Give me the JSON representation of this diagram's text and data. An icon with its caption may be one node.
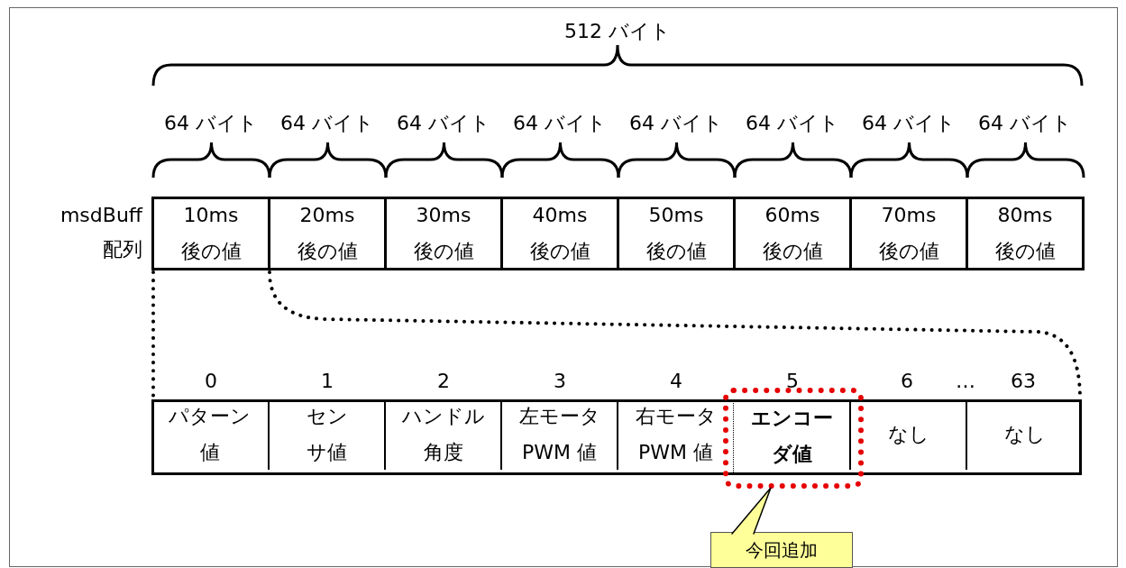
{
  "diagram": {
    "nodes": [
      {
        "text": [
          "10ms 後の値"
        ]
      },
      {
        "text": [
          "20ms 後の値"
        ]
      },
      {
        "text": [
          "30ms 後の値"
        ]
      },
      {
        "text": [
          "40ms 後の値"
        ]
      },
      {
        "text": [
          "50ms 後の値"
        ]
      },
      {
        "text": [
          "60ms 後の値"
        ]
      },
      {
        "text": [
          "70ms 後の値"
        ]
      },
      {
        "text": [
          "80ms 後の値"
        ]
      },
      {
        "text": [],
        "shape": "box"
      },
      {
        "text": [
          "パターン値"
        ],
        "in": 8
      },
      {
        "text": [
          "センサ値"
        ],
        "in": 8
      },
      {
        "text": [
          "ハンドル角度"
        ],
        "in": 8
      },
      {
        "text": [
          "左モータPWM 値"
        ],
        "in": 8
      },
      {
        "text": [
          "右モータPWM 値"
        ],
        "in": 8
      },
      {
        "text": [
          "エンコーダ値"
        ]
      },
      {
        "text": [
          "なし"
        ],
        "in": 8
      },
      {
        "text": [
          "なし"
        ],
        "in": 8
      },
      {
        "text": [],
        "shape": "box"
      },
      {
        "text": [
          "今回追加"
        ]
      }
    ],
    "edges": [
      {
        "from": 0,
        "to": 8,
        "arrow": "none",
        "style": "dashed"
      },
      {
        "from": 0,
        "to": 8,
        "arrow": "none",
        "style": "dashed"
      },
      {
        "from": 18,
        "to": 17,
        "arrow": "to"
      }
    ],
    "labels": [
      "512 バイト",
      "64 バイト",
      "64 バイト",
      "64 バイト",
      "64 バイト",
      "64 バイト",
      "64 バイト",
      "64 バイト",
      "64 バイト",
      "msdBuff 配列",
      "0",
      "1",
      "2",
      "3",
      "4",
      "5",
      "6",
      "…",
      "63"
    ]
  }
}
